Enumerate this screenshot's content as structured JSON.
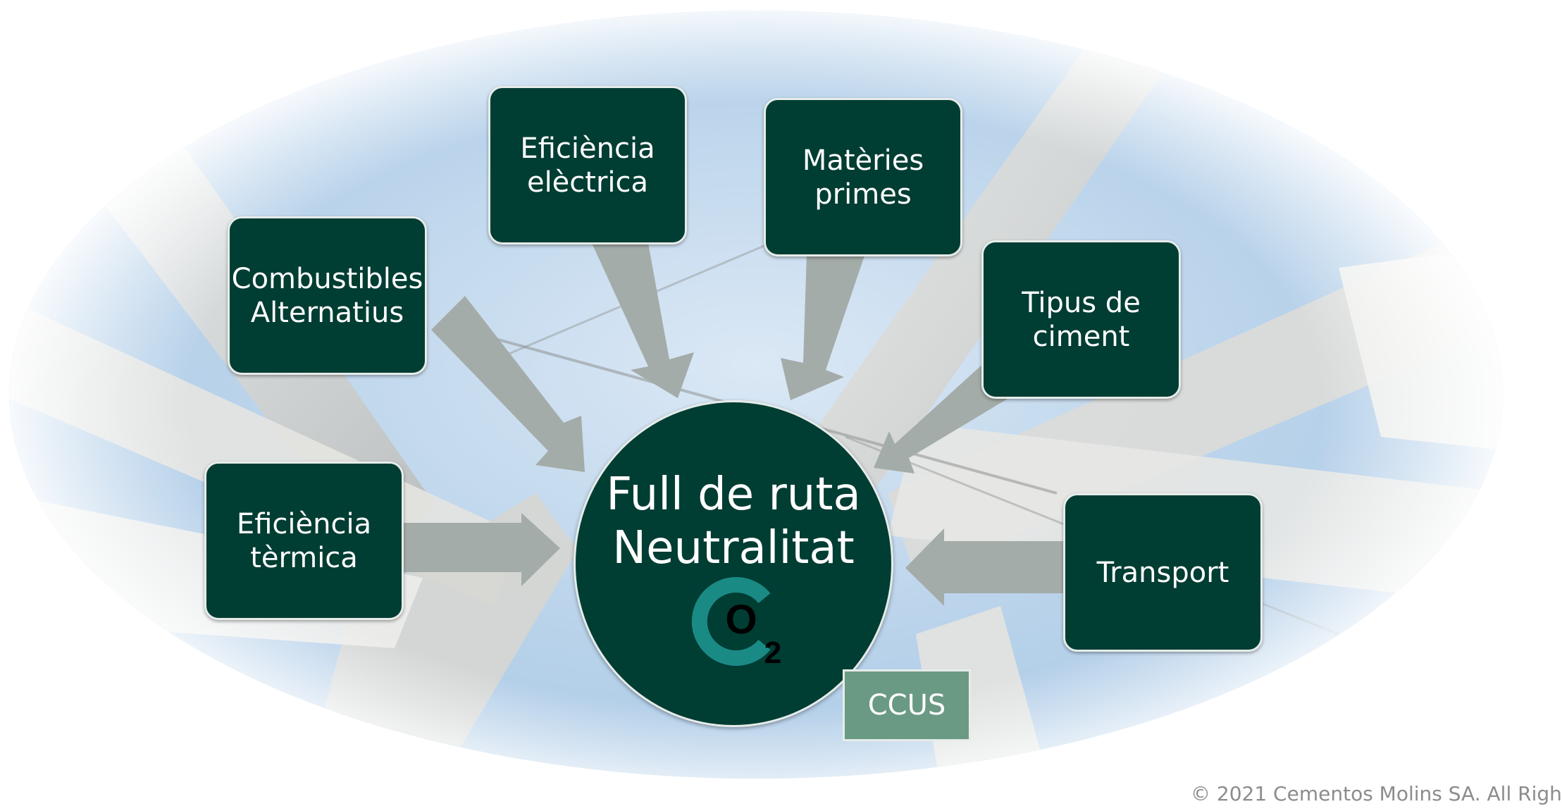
{
  "center": {
    "line1": "Full de ruta",
    "line2": "Neutralitat",
    "co2_letter": "O",
    "co2_sub": "2"
  },
  "nodes": [
    {
      "id": "eficiencia-electrica",
      "label": "Eficiència\nelèctrica"
    },
    {
      "id": "materies-primes",
      "label": "Matèries\nprimes"
    },
    {
      "id": "combustibles-alternatius",
      "label": "Combustibles\nAlternatius"
    },
    {
      "id": "tipus-de-ciment",
      "label": "Tipus de\nciment"
    },
    {
      "id": "eficiencia-termica",
      "label": "Eficiència\ntèrmica"
    },
    {
      "id": "transport",
      "label": "Transport"
    }
  ],
  "ccus": {
    "label": "CCUS"
  },
  "footer": {
    "copyright": "© 2021 Cementos Molins SA. All Righ"
  },
  "colors": {
    "node_fill": "#003d33",
    "node_border": "#e6ece9",
    "arrow": "#a3aca8",
    "ccus_fill": "#6a9a84",
    "co2_ring": "#1a8a85",
    "sky": "#b8d2ea"
  }
}
